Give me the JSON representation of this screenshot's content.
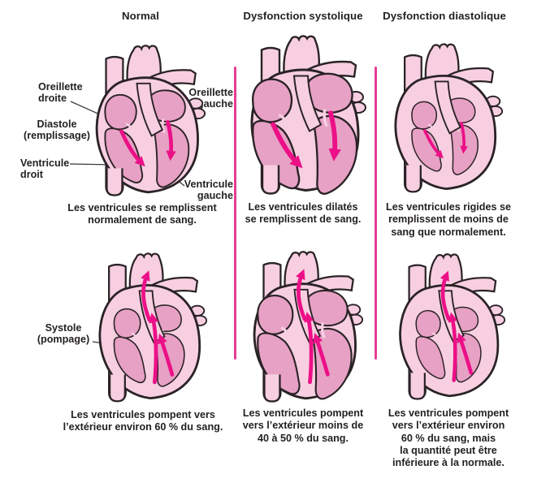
{
  "colors": {
    "background": "#ffffff",
    "text": "#231f20",
    "outline": "#2a2326",
    "tissue_light": "#f7cfe1",
    "chamber_pink": "#e7a1c5",
    "arrow_magenta": "#ec1087",
    "separator_pink": "#e63d94",
    "pointer_line": "#3a3a3a"
  },
  "columns": [
    {
      "header": "Normal",
      "diastole_caption": "Les ventricules se remplissent\nnormalement de sang.",
      "systole_caption": "Les ventricules pompent vers\nl’extérieur environ 60 % du sang."
    },
    {
      "header": "Dysfonction systolique",
      "diastole_caption": "Les ventricules dilatés\nse remplissent de sang.",
      "systole_caption": "Les ventricules pompent\nvers l’extérieur moins de\n40 à 50 % du sang."
    },
    {
      "header": "Dysfonction diastolique",
      "diastole_caption": "Les ventricules rigides se\nremplissent de moins de\nsang que normalement.",
      "systole_caption": "Les ventricules pompent\nvers l’extérieur environ\n60 % du sang, mais\nla quantité peut être\ninférieure à la normale."
    }
  ],
  "labels": {
    "right_atrium": "Oreillette\ndroite",
    "diastole_phase": "Diastole\n(remplissage)",
    "right_ventricle": "Ventricule\ndroit",
    "left_atrium": "Oreillette\ngauche",
    "left_ventricle": "Ventricule\ngauche",
    "systole_phase": "Systole\n(pompage)"
  }
}
